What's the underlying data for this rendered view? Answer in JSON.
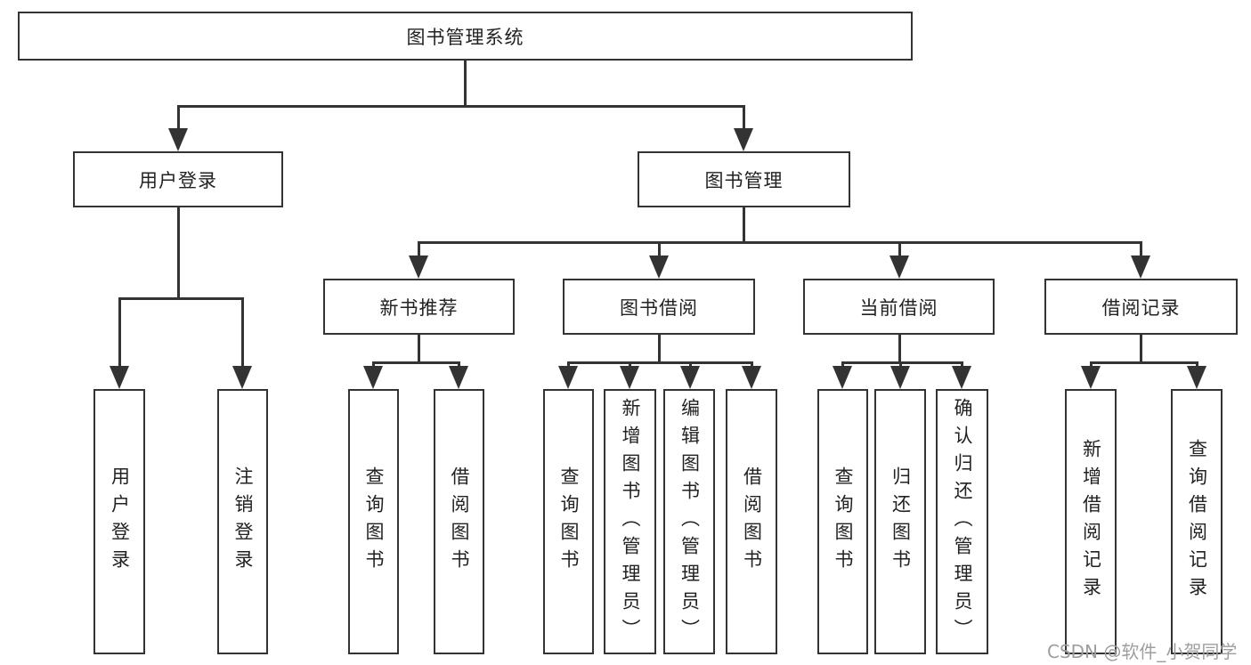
{
  "diagram": {
    "watermark": "CSDN @软件_小贺同学",
    "colors": {
      "line": "#333333",
      "text": "#222222",
      "background": "#ffffff",
      "watermark": "#9e9e9e"
    },
    "tree": {
      "label": "图书管理系统",
      "children": [
        {
          "label": "用户登录",
          "children": [
            {
              "label": "用户登录"
            },
            {
              "label": "注销登录"
            }
          ]
        },
        {
          "label": "图书管理",
          "children": [
            {
              "label": "新书推荐",
              "children": [
                {
                  "label": "查询图书"
                },
                {
                  "label": "借阅图书"
                }
              ]
            },
            {
              "label": "图书借阅",
              "children": [
                {
                  "label": "查询图书"
                },
                {
                  "label": "新增图书（管理员）"
                },
                {
                  "label": "编辑图书（管理员）"
                },
                {
                  "label": "借阅图书"
                }
              ]
            },
            {
              "label": "当前借阅",
              "children": [
                {
                  "label": "查询图书"
                },
                {
                  "label": "归还图书"
                },
                {
                  "label": "确认归还（管理员）"
                }
              ]
            },
            {
              "label": "借阅记录",
              "children": [
                {
                  "label": "新增借阅记录"
                },
                {
                  "label": "查询借阅记录"
                }
              ]
            }
          ]
        }
      ]
    }
  }
}
